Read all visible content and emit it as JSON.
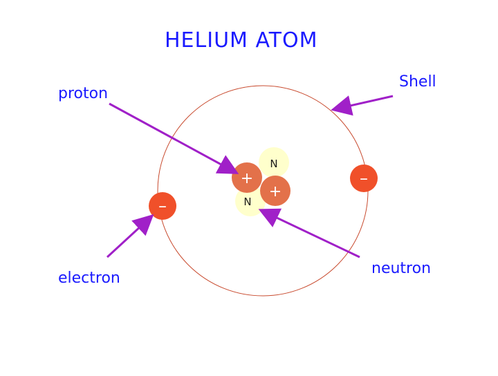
{
  "title": "HELIUM ATOM",
  "labels": {
    "proton": "proton",
    "shell": "Shell",
    "electron": "electron",
    "neutron": "neutron"
  },
  "particles": {
    "proton_symbol": "+",
    "electron_symbol": "–",
    "neutron_symbol": "N"
  },
  "colors": {
    "text": "#1a1aff",
    "arrow": "#a020c8",
    "shell": "#c84a2e",
    "proton": "#e3714a",
    "electron": "#f0502a",
    "neutron": "#ffffcc",
    "particle_text": "#ffffff",
    "neutron_text": "#1a1a1a"
  }
}
